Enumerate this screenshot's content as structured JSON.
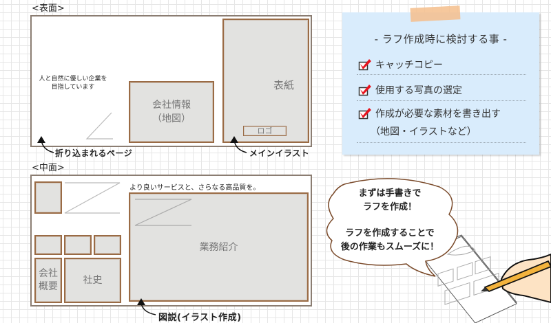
{
  "front": {
    "label": "<表面>",
    "tagline_line1": "人と自然に優しい企業を",
    "tagline_line2": "目指しています",
    "company_info_line1": "会社情報",
    "company_info_line2": "（地図）",
    "cover_label": "表紙",
    "logo_label": "ロゴ",
    "annotation_fold": "折り込まれるページ",
    "annotation_main": "メインイラスト"
  },
  "inner": {
    "label": "<中面>",
    "headline": "より良いサービスと、さらなる高品質を。",
    "business_label": "業務紹介",
    "overview_line1": "会社",
    "overview_line2": "概要",
    "history_label": "社史",
    "annotation_figure": "図説(イラスト作成)"
  },
  "checklist": {
    "title": "- ラフ作成時に検討する事 -",
    "items": [
      {
        "text": "キャッチコピー",
        "checked": true
      },
      {
        "text": "使用する写真の選定",
        "checked": true
      },
      {
        "text": "作成が必要な素材を書き出す",
        "subtext": "（地図・イラストなど）",
        "checked": true
      }
    ],
    "colors": {
      "background": "#d9ecfc",
      "check": "#e8141e",
      "tape": "#f4be8c"
    }
  },
  "speech_bubble": {
    "line1": "まずは手書きで",
    "line2": "ラフを作成！",
    "line3": "ラフを作成することで",
    "line4": "後の作業もスムーズに！"
  },
  "colors": {
    "panel_border": "#8b7d72",
    "box_fill": "#e2e2e0",
    "box_border": "#9a6b45",
    "grid": "#e6e6e6"
  }
}
